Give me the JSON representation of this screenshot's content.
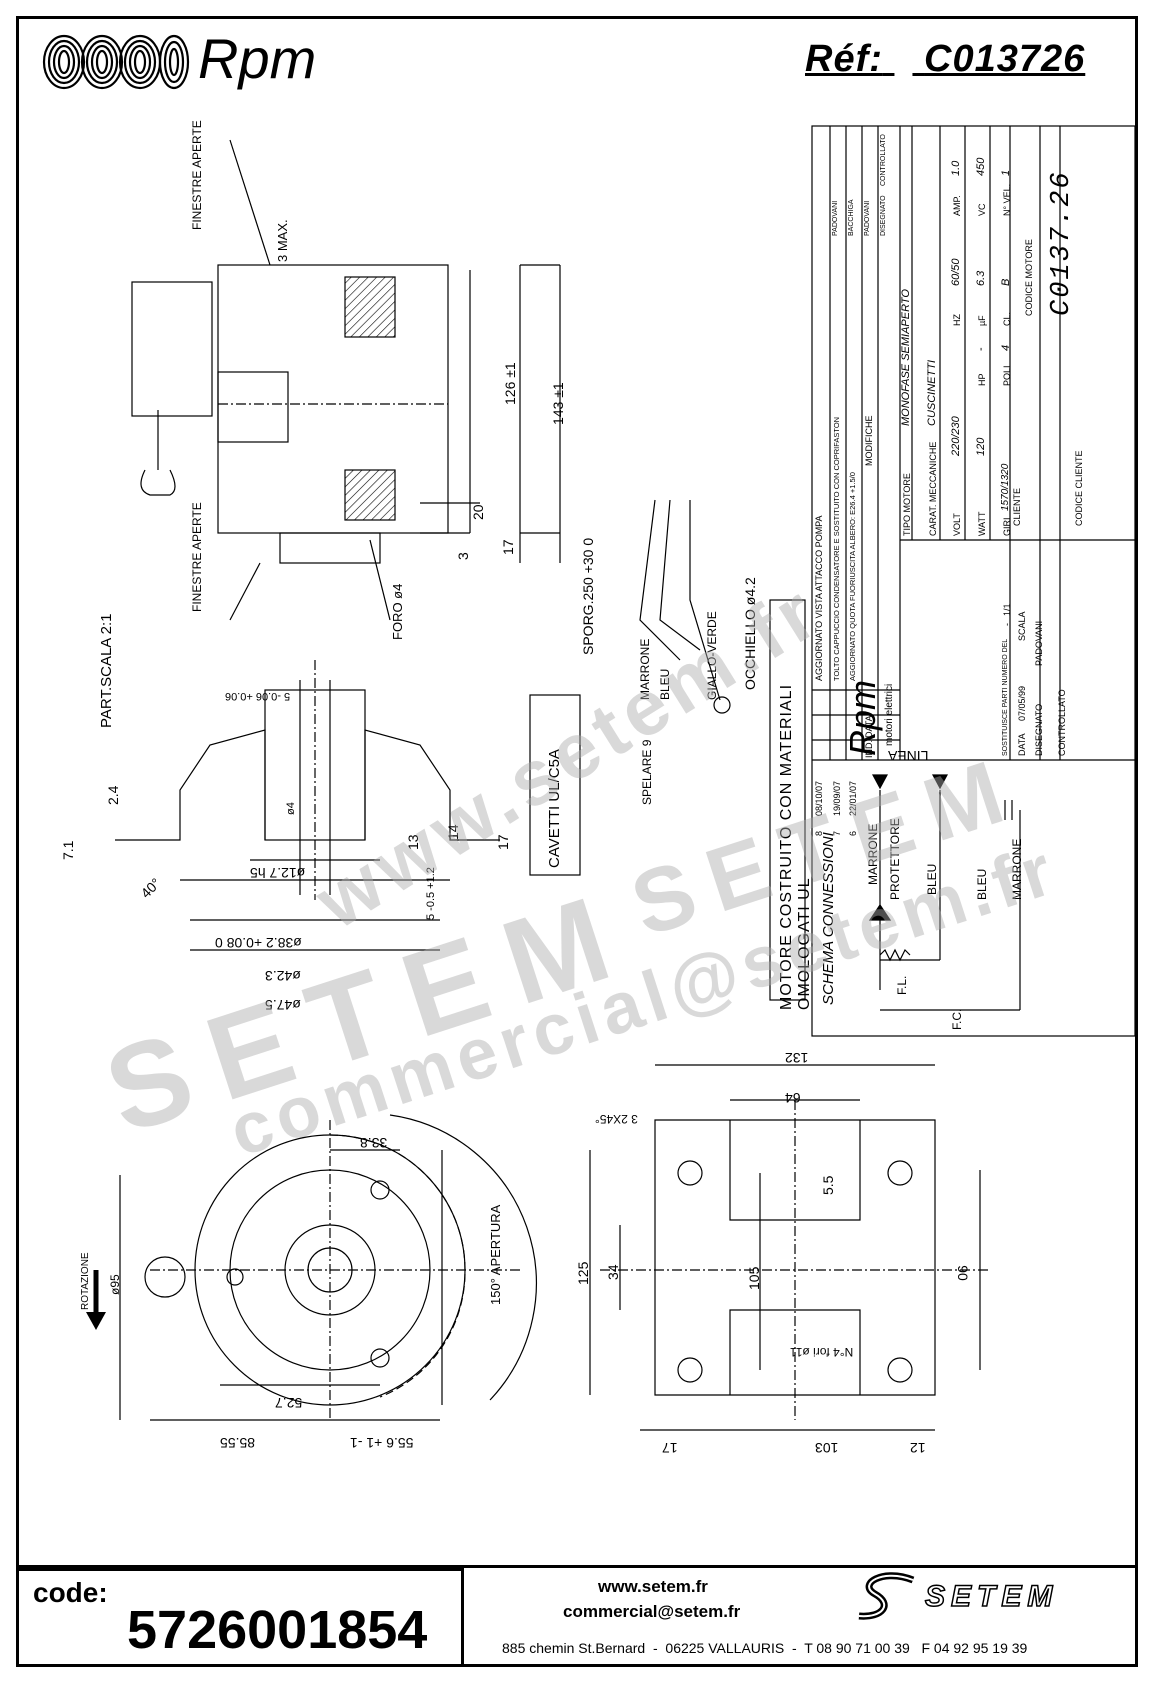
{
  "header": {
    "brand": "Rpm",
    "ref_label": "Réf:",
    "ref_value": "C013726"
  },
  "title_block": {
    "revisions": [
      {
        "n": "8",
        "date": "08/10/07",
        "text": "AGGIORNATO VISTA ATTACCO POMPA",
        "by": "PADOVANI"
      },
      {
        "n": "7",
        "date": "19/09/07",
        "text": "TOLTO CAPPUCCIO CONDENSATORE E SOSTITUITO CON COPRIFASTON",
        "by": "BACCHIGA"
      },
      {
        "n": "6",
        "date": "22/01/07",
        "text": "AGGIORNATO QUOTA FUORIUSCITA ALBERO: E26.4 +1.5/0",
        "by": "PADOVANI"
      }
    ],
    "rev_header": {
      "n": "IND.",
      "date": "DATA",
      "text": "MODIFICHE",
      "by": "DISEGNATO",
      "check": "CONTROLLATO"
    },
    "brand": "Rpm",
    "brand_sub": "motori elettrici",
    "tipo_motore_label": "TIPO MOTORE",
    "tipo_motore": "MONOFASE SEMIAPERTO",
    "carat_label": "CARAT. MECCANICHE",
    "carat": "CUSCINETTI",
    "volt_label": "VOLT",
    "volt": "220/230",
    "hz_label": "HZ",
    "hz": "60/50",
    "amp_label": "AMP.",
    "amp": "1.0",
    "watt_label": "WATT",
    "watt": "120",
    "hp_label": "HP",
    "hp": "-",
    "uf_label": "µF",
    "uf": "6.3",
    "vc_label": "VC",
    "vc": "450",
    "giri_label": "GIRI",
    "giri": "1570/1320",
    "poli_label": "POLI",
    "poli": "4",
    "cl_label": "CL.",
    "cl": "B",
    "nvel_label": "N° VEL.",
    "nvel": "1",
    "codice_motore_label": "CODICE MOTORE",
    "codice_motore": "C0137.26",
    "cliente_label": "CLIENTE",
    "codice_cliente_label": "CODICE CLIENTE",
    "sostituisce_label": "SOSTITUISCE PARTI NUMERO DEL",
    "sostituisce": "-",
    "data_label": "DATA",
    "data": "07/05/99",
    "scala_label": "SCALA",
    "scala": "1/1",
    "disegnato_label": "DISEGNATO",
    "disegnato": "PADOVANI",
    "controllato_label": "CONTROLLATO"
  },
  "annotations": {
    "finestre_aperte": "FINESTRE APERTE",
    "max": "3 MAX.",
    "dim_126": "126 ±1",
    "dim_143": "143 ±1",
    "dim_20": "20",
    "dim_3": "3",
    "dim_17": "17",
    "foro": "FORO ø4",
    "sporg": "SPORG.250 +30 0",
    "marrone": "MARRONE",
    "bleu": "BLEU",
    "giallo_verde": "GIALLO-VERDE",
    "spelare": "SPELARE 9",
    "occhiello": "OCCHIELLO ø4.2",
    "part_scala": "PART.SCALA 2:1",
    "cavetti": "CAVETTI UL/C5A",
    "motore_costruito": "MOTORE COSTRUITO CON MATERIALI OMOLOGATI UL",
    "schema": "SCHEMA CONNESSIONI",
    "linea": "LINEA",
    "protettore": "PROTETTORE",
    "fl": "F.L.",
    "fc": "F.C.",
    "d_127": "ø12.7 h5",
    "d_382": "ø38.2 +0.08 0",
    "d_423": "ø42.3",
    "d_475": "ø47.5",
    "d_24": "2.4",
    "d_71": "7.1",
    "d_13": "13",
    "d_14": "14",
    "d_17b": "17",
    "d_5": "5 -0.5 +1.2",
    "d_40": "40°",
    "d_d4": "ø4",
    "d_top": "5 -0.06 +0.06",
    "rotazione": "ROTAZIONE",
    "d_95": "ø95",
    "d_338": "33.8",
    "d_527": "52.7",
    "d_8555": "85.55",
    "d_556": "55.6 +1 -1",
    "apertura": "150° APERTURA",
    "d_132": "132",
    "d_64": "64",
    "d_2x45": "3 2X45°",
    "d_55": "5.5",
    "d_125": "125",
    "d_34": "34",
    "d_105": "105",
    "d_90": "90",
    "d_fori": "N°4 fori ø11",
    "d_103": "103",
    "d_17c": "17",
    "d_12": "12",
    "d_3b": "3"
  },
  "watermark": {
    "site": "www.setem.fr",
    "brand": "SETEM",
    "email": "commercial@setem.fr"
  },
  "footer": {
    "code_label": "code:",
    "code_value": "5726001854",
    "website": "www.setem.fr",
    "email": "commercial@setem.fr",
    "brand": "SETEM",
    "address": "885 chemin St.Bernard  -  06225 VALLAURIS  -  T 08 90 71 00 39   F 04 92 95 19 39"
  }
}
